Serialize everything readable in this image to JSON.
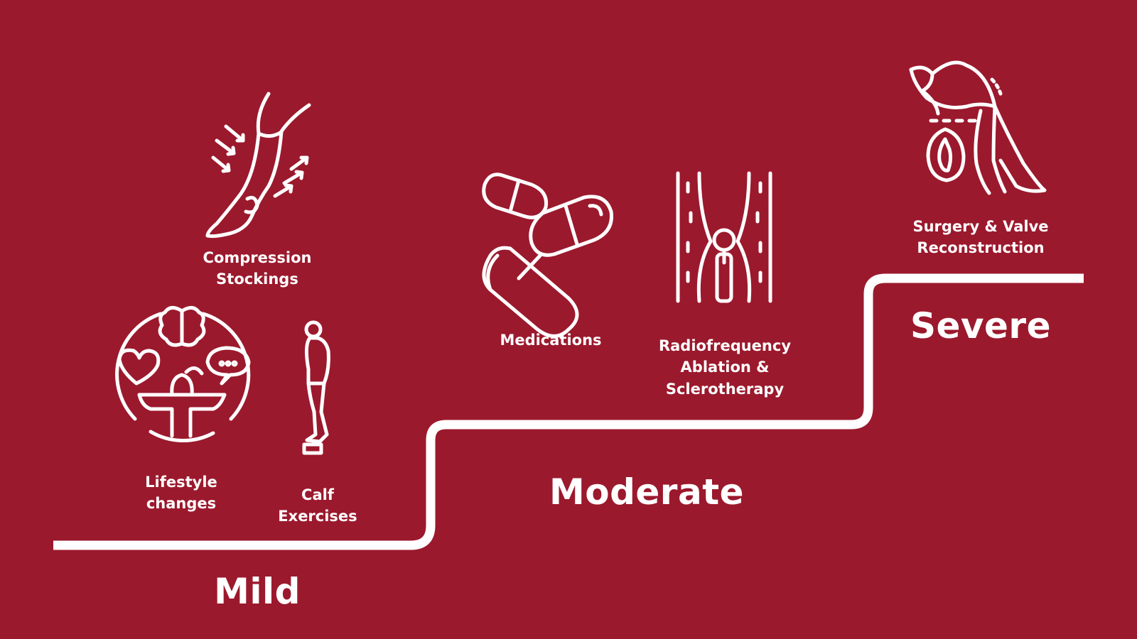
{
  "colors": {
    "background": "#9B192D",
    "foreground": "#FFFFFF"
  },
  "levels": {
    "mild": "Mild",
    "moderate": "Moderate",
    "severe": "Severe"
  },
  "items": {
    "compression": {
      "line1": "Compression",
      "line2": "Stockings",
      "icon": "compression-leg-icon"
    },
    "lifestyle": {
      "line1": "Lifestyle",
      "line2": "changes",
      "icon": "lifestyle-icon"
    },
    "calf": {
      "line1": "Calf",
      "line2": "Exercises",
      "icon": "calf-raise-icon"
    },
    "medications": {
      "line1": "Medications",
      "icon": "pills-icon"
    },
    "rfa": {
      "line1": "Radiofrequency",
      "line2": "Ablation &",
      "line3": "Sclerotherapy",
      "icon": "vein-ablation-icon"
    },
    "surgery": {
      "line1": "Surgery & Valve",
      "line2": "Reconstruction",
      "icon": "vein-valve-icon"
    }
  }
}
